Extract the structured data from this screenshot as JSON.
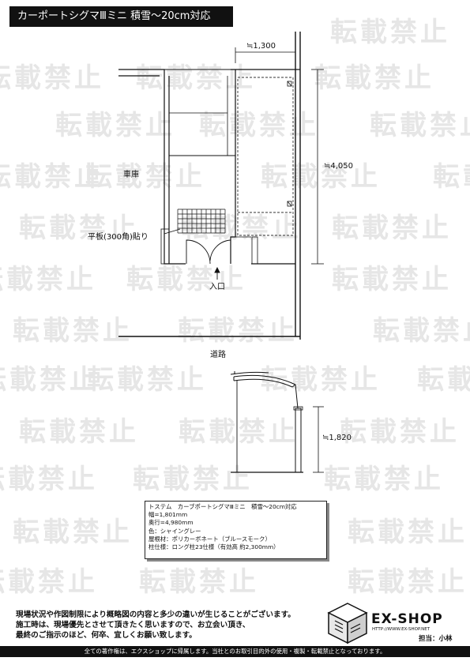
{
  "title": "カーポートシグマⅢミニ 積雪～20cm対応",
  "watermark": {
    "text": "転載禁止"
  },
  "plan": {
    "garage_label": "車庫",
    "tile_label": "平板(300角)貼り",
    "entrance_label": "入口",
    "road_label": "道路",
    "dim_width": "≒1,300",
    "dim_depth": "≒4,050"
  },
  "elevation": {
    "dim_height": "≒1,820"
  },
  "spec": {
    "heading": "トステム　カーブポートシグマⅢミニ　積雪～20cm対応",
    "lines": [
      "幅=1,801mm",
      "奥行=4,980mm",
      "色：シャイングレー",
      "屋根材：ポリカーボネート（ブルースモーク）",
      "柱仕様：ロング柱23仕様（有効高 約2,300mm）"
    ]
  },
  "notes": {
    "lines": [
      "現場状況や作図制限により概略図の内容と多少の違いが生じることがございます。",
      "施工時は、現場優先とさせて頂きたく思いますので、お立会い頂き、",
      "最終のご指示のほど、何卒、宜しくお願い致します。"
    ]
  },
  "brand": {
    "name": "EX-SHOP",
    "url": "HTTP://WWW.EX-SHOP.NET",
    "staff": "担当：小林"
  },
  "footer": "全ての著作権は、エクスショップに帰属します。当社とのお取引目的外の使用・複製・転載禁止となっております。"
}
